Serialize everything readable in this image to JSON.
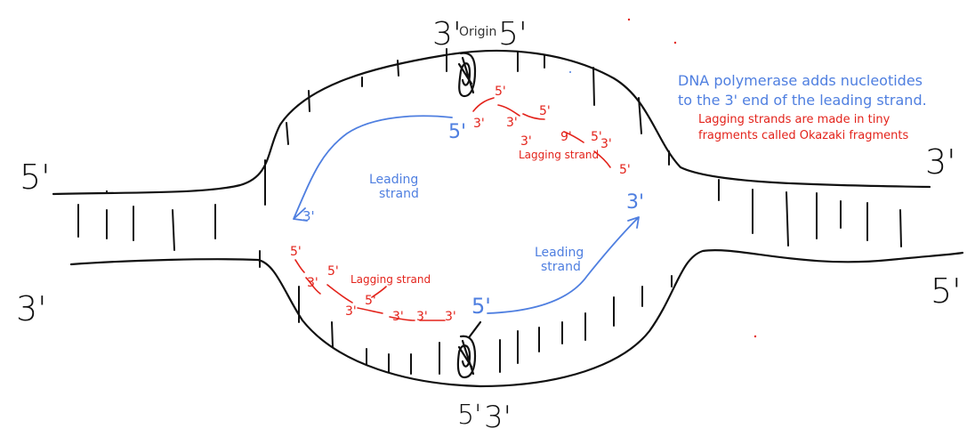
{
  "colors": {
    "ink": "#111111",
    "blue": "#4f7fe0",
    "red": "#e3231b"
  },
  "labels": {
    "left_top_end": "5'",
    "left_bottom_end": "3'",
    "right_top_end": "3'",
    "right_bottom_end": "5'",
    "origin_top_left": "3'",
    "origin_text": "Origin",
    "origin_top_right": "5'",
    "bottom_left": "5'",
    "bottom_right": "3'"
  },
  "annotations": {
    "polymerase_line1": "DNA polymerase adds nucleotides",
    "polymerase_line2": "to the 3' end of the leading strand.",
    "lagging_line1": "Lagging strands are made in tiny",
    "lagging_line2": "fragments called Okazaki fragments"
  },
  "strands": {
    "upper_leading": {
      "label_line1": "Leading",
      "label_line2": "strand",
      "start": "5'",
      "end": "3'"
    },
    "lower_leading": {
      "label_line1": "Leading",
      "label_line2": "strand",
      "start": "5'",
      "end": "3'"
    },
    "upper_lagging": {
      "label": "Lagging strand",
      "marks": [
        "5'",
        "3'",
        "3'",
        "5'",
        "3'",
        "5'",
        "3'",
        "5'",
        "9'"
      ]
    },
    "lower_lagging": {
      "label": "Lagging strand",
      "marks": [
        "5'",
        "5'",
        "3'",
        "5'",
        "3'",
        "3'",
        "3'",
        "3'"
      ]
    }
  }
}
